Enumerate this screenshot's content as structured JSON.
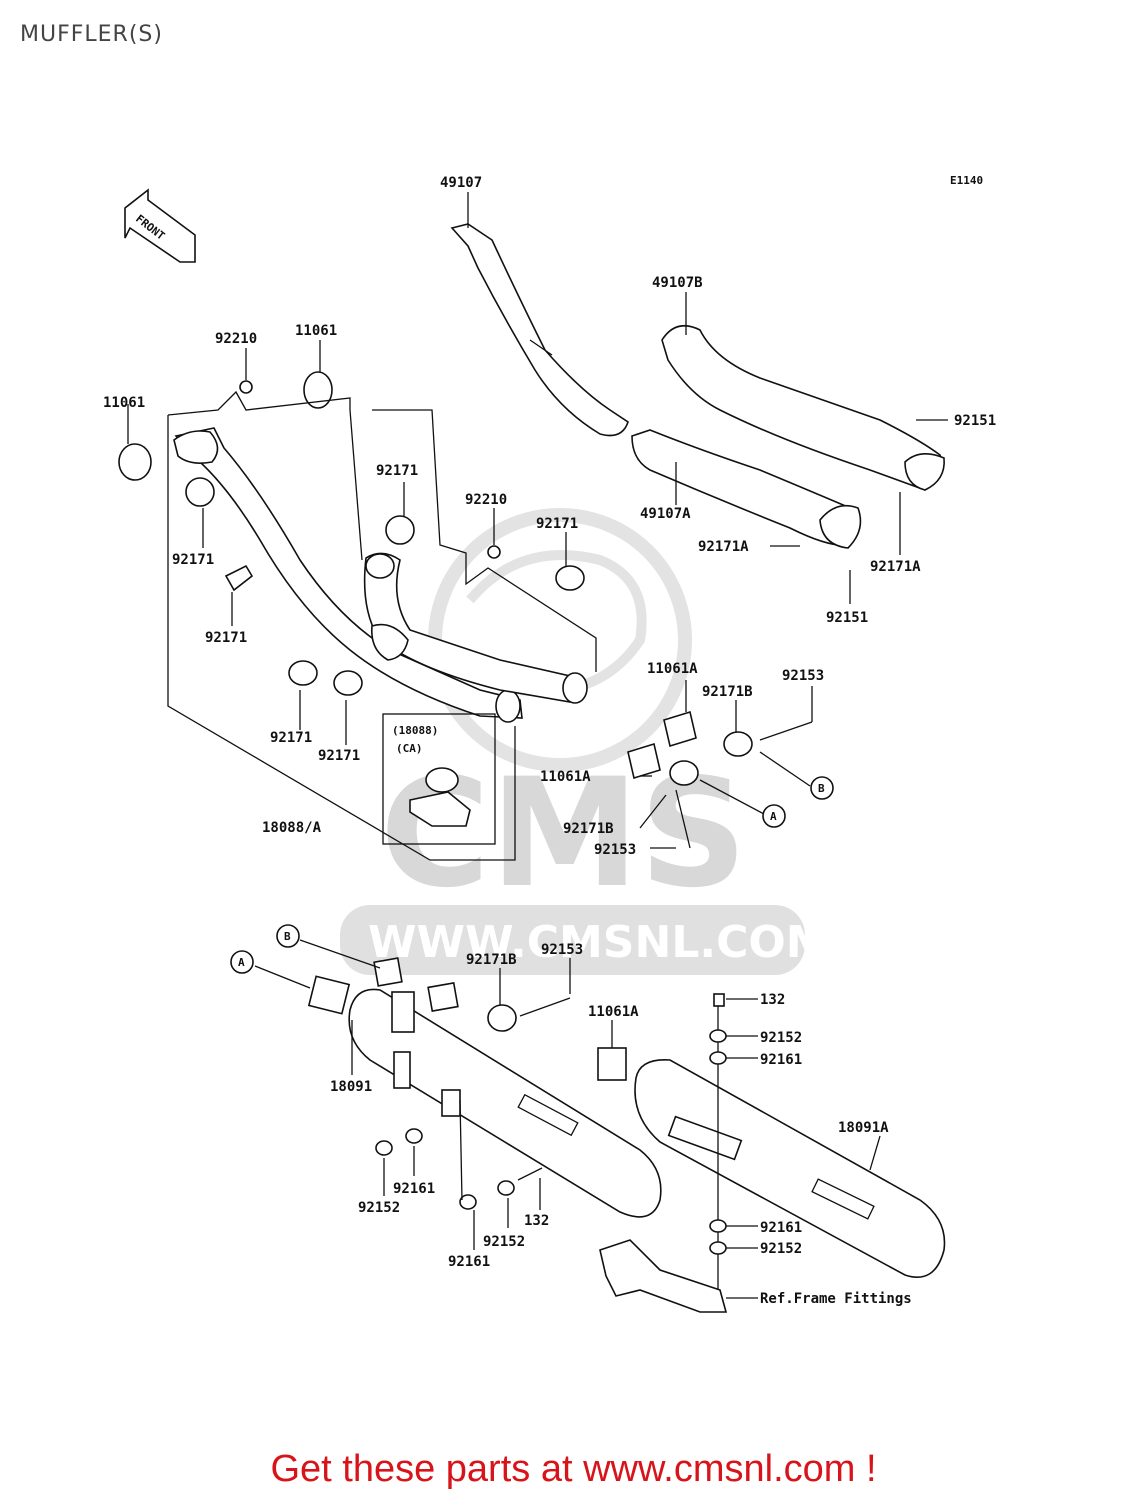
{
  "title": "MUFFLER(S)",
  "diagram_code": "E1140",
  "front_label": "FRONT",
  "watermark": {
    "logo": "CMS",
    "url": "WWW.CMSNL.COM"
  },
  "inset_labels": {
    "line1": "(18088)",
    "line2": "(CA)"
  },
  "callouts": [
    "A",
    "B"
  ],
  "parts": {
    "p49107": "49107",
    "p49107b": "49107B",
    "p49107a": "49107A",
    "p92151_top": "92151",
    "p92151_bot": "92151",
    "p92171a_l": "92171A",
    "p92171a_r": "92171A",
    "p92210_l": "92210",
    "p11061_mid": "11061",
    "p11061_left": "11061",
    "p92171_a": "92171",
    "p92210_m": "92210",
    "p92171_b": "92171",
    "p92171_c": "92171",
    "p92171_d": "92171",
    "p92171_e": "92171",
    "p92171_f": "92171",
    "p11061a_1": "11061A",
    "p92153_1": "92153",
    "p92171b_1": "92171B",
    "p11061a_2": "11061A",
    "p92171b_2": "92171B",
    "p92153_2": "92153",
    "p18088a": "18088/A",
    "p92153_3": "92153",
    "p92171b_3": "92171B",
    "p11061a_3": "11061A",
    "p132_r": "132",
    "p92152_r1": "92152",
    "p92161_r1": "92161",
    "p18091": "18091",
    "p18091a": "18091A",
    "p92161_l": "92161",
    "p92152_l": "92152",
    "p132_b": "132",
    "p92152_b": "92152",
    "p92161_b": "92161",
    "p92161_r2": "92161",
    "p92152_r2": "92152",
    "ref_frame": "Ref.Frame Fittings"
  },
  "footer": "Get these parts at www.cmsnl.com !",
  "colors": {
    "footer_text": "#d8141b",
    "line_art": "#111111",
    "watermark": "#d8d8d8"
  }
}
